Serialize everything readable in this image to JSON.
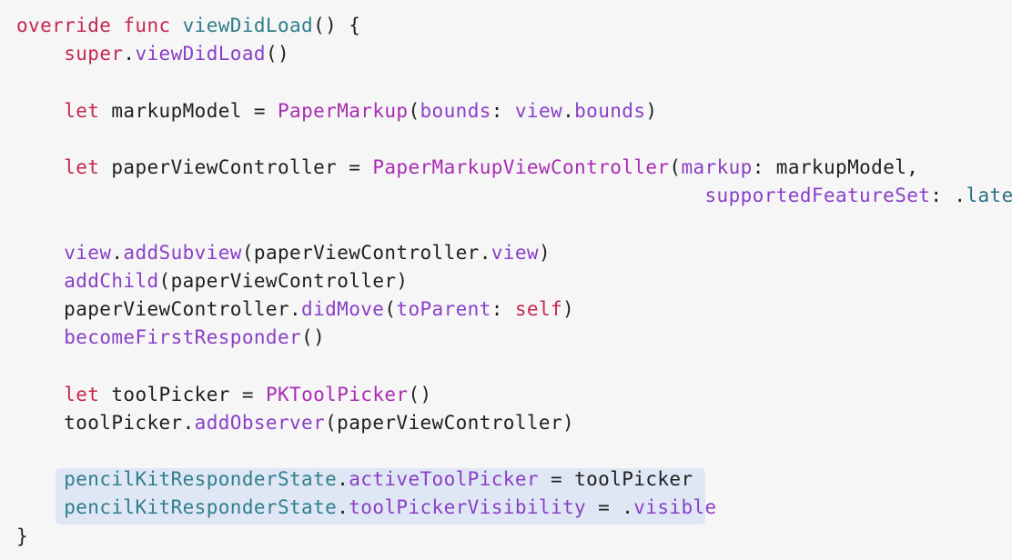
{
  "code_lines": [
    [
      {
        "t": "override func ",
        "c": "kw"
      },
      {
        "t": "viewDidLoad",
        "c": "fn"
      },
      {
        "t": "() {",
        "c": "plain"
      }
    ],
    [
      {
        "t": "    ",
        "c": "plain"
      },
      {
        "t": "super",
        "c": "kw"
      },
      {
        "t": ".",
        "c": "plain"
      },
      {
        "t": "viewDidLoad",
        "c": "mth"
      },
      {
        "t": "()",
        "c": "plain"
      }
    ],
    [],
    [
      {
        "t": "    ",
        "c": "plain"
      },
      {
        "t": "let",
        "c": "kw"
      },
      {
        "t": " markupModel = ",
        "c": "plain"
      },
      {
        "t": "PaperMarkup",
        "c": "type"
      },
      {
        "t": "(",
        "c": "plain"
      },
      {
        "t": "bounds",
        "c": "mth"
      },
      {
        "t": ": ",
        "c": "plain"
      },
      {
        "t": "view",
        "c": "mth"
      },
      {
        "t": ".",
        "c": "plain"
      },
      {
        "t": "bounds",
        "c": "mth"
      },
      {
        "t": ")",
        "c": "plain"
      }
    ],
    [],
    [
      {
        "t": "    ",
        "c": "plain"
      },
      {
        "t": "let",
        "c": "kw"
      },
      {
        "t": " paperViewController = ",
        "c": "plain"
      },
      {
        "t": "PaperMarkupViewController",
        "c": "type"
      },
      {
        "t": "(",
        "c": "plain"
      },
      {
        "t": "markup",
        "c": "mth"
      },
      {
        "t": ": markupModel,",
        "c": "plain"
      }
    ],
    [
      {
        "t": "                                                          ",
        "c": "plain"
      },
      {
        "t": "supportedFeatureSet",
        "c": "mth"
      },
      {
        "t": ": .",
        "c": "plain"
      },
      {
        "t": "latest",
        "c": "prop"
      },
      {
        "t": ")",
        "c": "plain"
      }
    ],
    [],
    [
      {
        "t": "    ",
        "c": "plain"
      },
      {
        "t": "view",
        "c": "mth"
      },
      {
        "t": ".",
        "c": "plain"
      },
      {
        "t": "addSubview",
        "c": "mth"
      },
      {
        "t": "(paperViewController.",
        "c": "plain"
      },
      {
        "t": "view",
        "c": "mth"
      },
      {
        "t": ")",
        "c": "plain"
      }
    ],
    [
      {
        "t": "    ",
        "c": "plain"
      },
      {
        "t": "addChild",
        "c": "mth"
      },
      {
        "t": "(paperViewController)",
        "c": "plain"
      }
    ],
    [
      {
        "t": "    paperViewController.",
        "c": "plain"
      },
      {
        "t": "didMove",
        "c": "mth"
      },
      {
        "t": "(",
        "c": "plain"
      },
      {
        "t": "toParent",
        "c": "mth"
      },
      {
        "t": ": ",
        "c": "plain"
      },
      {
        "t": "self",
        "c": "kw"
      },
      {
        "t": ")",
        "c": "plain"
      }
    ],
    [
      {
        "t": "    ",
        "c": "plain"
      },
      {
        "t": "becomeFirstResponder",
        "c": "mth"
      },
      {
        "t": "()",
        "c": "plain"
      }
    ],
    [],
    [
      {
        "t": "    ",
        "c": "plain"
      },
      {
        "t": "let",
        "c": "kw"
      },
      {
        "t": " toolPicker = ",
        "c": "plain"
      },
      {
        "t": "PKToolPicker",
        "c": "type"
      },
      {
        "t": "()",
        "c": "plain"
      }
    ],
    [
      {
        "t": "    toolPicker.",
        "c": "plain"
      },
      {
        "t": "addObserver",
        "c": "mth"
      },
      {
        "t": "(paperViewController)",
        "c": "plain"
      }
    ],
    [],
    [
      {
        "t": "    ",
        "c": "plain"
      },
      {
        "t": "pencilKitResponderState",
        "c": "fn"
      },
      {
        "t": ".",
        "c": "plain"
      },
      {
        "t": "activeToolPicker",
        "c": "mth"
      },
      {
        "t": " = toolPicker",
        "c": "plain"
      }
    ],
    [
      {
        "t": "    ",
        "c": "plain"
      },
      {
        "t": "pencilKitResponderState",
        "c": "fn"
      },
      {
        "t": ".",
        "c": "plain"
      },
      {
        "t": "toolPickerVisibility",
        "c": "mth"
      },
      {
        "t": " = .",
        "c": "plain"
      },
      {
        "t": "visible",
        "c": "mth"
      }
    ],
    [
      {
        "t": "}",
        "c": "plain"
      }
    ]
  ],
  "highlighted_lines": [
    16,
    17
  ],
  "colors": {
    "background": "#f6f6f6",
    "highlight": "#dfe7f5",
    "keyword": "#c5284f",
    "function": "#2f7e8c",
    "method": "#8a3fc8",
    "type": "#a92cb4",
    "plain": "#1f1f1f"
  }
}
